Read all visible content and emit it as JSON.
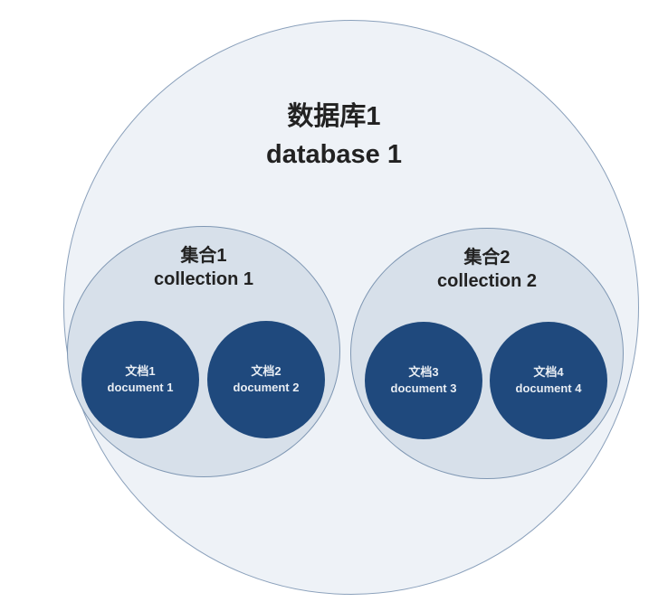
{
  "database": {
    "title_cn": "数据库1",
    "title_en": "database 1"
  },
  "collections": [
    {
      "title_cn": "集合1",
      "title_en": "collection 1",
      "documents": [
        {
          "cn": "文档1",
          "en": "document 1"
        },
        {
          "cn": "文档2",
          "en": "document 2"
        }
      ]
    },
    {
      "title_cn": "集合2",
      "title_en": "collection 2",
      "documents": [
        {
          "cn": "文档3",
          "en": "document 3"
        },
        {
          "cn": "文档4",
          "en": "document 4"
        }
      ]
    }
  ],
  "colors": {
    "database_fill": "#eef2f7",
    "collection_fill": "#d7e0ea",
    "document_fill": "#1f497d"
  }
}
